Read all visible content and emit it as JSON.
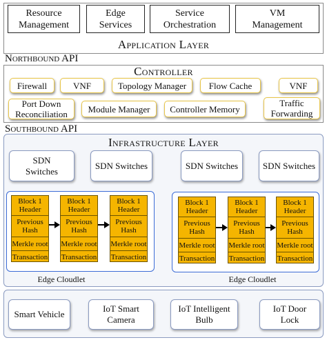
{
  "application_layer": {
    "title": "Application Layer",
    "boxes": [
      {
        "line1": "Resource",
        "line2": "Management"
      },
      {
        "line1": "Edge",
        "line2": "Services"
      },
      {
        "line1": "Service",
        "line2": "Orchestration"
      },
      {
        "line1": "VM",
        "line2": "Management"
      }
    ]
  },
  "northbound_api": "Northbound API",
  "controller": {
    "title": "Controller",
    "row1": [
      "Firewall",
      "VNF",
      "Topology Manager",
      "Flow Cache",
      "VNF"
    ],
    "row2": [
      {
        "line1": "Port Down",
        "line2": "Reconciliation"
      },
      {
        "line1": "Module Manager",
        "line2": ""
      },
      {
        "line1": "Controller Memory",
        "line2": ""
      },
      {
        "line1": "Traffic",
        "line2": "Forwarding"
      }
    ]
  },
  "southbound_api": "Southbound API",
  "infrastructure_layer": {
    "title": "Infrastructure Layer",
    "switches": [
      {
        "line1": "SDN",
        "line2": "Switches"
      },
      {
        "line1": "SDN Switches",
        "line2": ""
      },
      {
        "line1": "SDN Switches",
        "line2": ""
      },
      {
        "line1": "SDN Switches",
        "line2": ""
      }
    ],
    "block": {
      "header": [
        "Block 1",
        "Header"
      ],
      "previous_hash": [
        "Previous",
        "Hash"
      ],
      "merkle_root": "Merkle root",
      "transaction": "Transaction"
    },
    "cloudlets": [
      "Edge Cloudlet",
      "Edge Cloudlet"
    ]
  },
  "devices": [
    {
      "line1": "Smart Vehicle",
      "line2": ""
    },
    {
      "line1": "IoT Smart",
      "line2": "Camera"
    },
    {
      "line1": "IoT Intelligent",
      "line2": "Bulb"
    },
    {
      "line1": "IoT Door",
      "line2": "Lock"
    }
  ],
  "colors": {
    "block_fill": "#f5b500",
    "controller_border": "#e8c547",
    "cloudlet_border": "#3b6bd6"
  }
}
